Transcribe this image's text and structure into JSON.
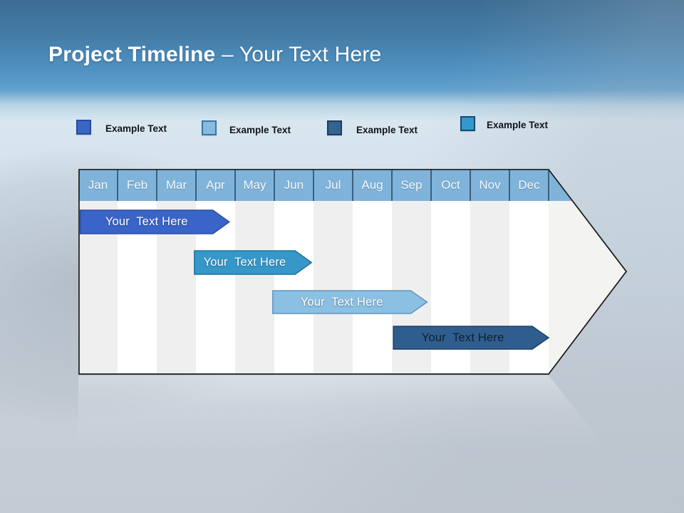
{
  "slide_title": {
    "bold": "Project Timeline ",
    "rest": "– Your Text Here"
  },
  "legend": {
    "items": [
      {
        "label": "Example Text",
        "color": "#3a66c6",
        "border": "#2a4a9e"
      },
      {
        "label": "Example Text",
        "color": "#85bce0",
        "border": "#3e74a6"
      },
      {
        "label": "Example Text",
        "color": "#33638f",
        "border": "#1c3d60"
      },
      {
        "label": "Example Text",
        "color": "#3399cc",
        "border": "#17496e"
      }
    ]
  },
  "chart_data": {
    "type": "gantt",
    "title": "Project Timeline",
    "categories": [
      "Jan",
      "Feb",
      "Mar",
      "Apr",
      "May",
      "Jun",
      "Jul",
      "Aug",
      "Sep",
      "Oct",
      "Nov",
      "Dec"
    ],
    "x_axis": {
      "unit": "month",
      "range": [
        0,
        12
      ]
    },
    "header_color": "#7fb3da",
    "header_separator_color": "#3e5f7a",
    "body_stripe_colors": [
      "#efefef",
      "#ffffff"
    ],
    "arrow_fill": "#f3f3f1",
    "outline_color": "#1c1c1c",
    "bars": [
      {
        "label": "Your  Text Here",
        "row": 0,
        "start": 0.05,
        "end": 3.85,
        "color": "#3b64c8",
        "border": "#2c4ca0",
        "text_color": "#ffffff"
      },
      {
        "label": "Your  Text Here",
        "row": 1,
        "start": 2.96,
        "end": 5.95,
        "color": "#3598c9",
        "border": "#20719c",
        "text_color": "#ffffff"
      },
      {
        "label": "Your  Text Here",
        "row": 2,
        "start": 4.96,
        "end": 8.9,
        "color": "#8cc0e2",
        "border": "#5e93bd",
        "text_color": "#ffffff"
      },
      {
        "label": "Your  Text Here",
        "row": 3,
        "start": 8.04,
        "end": 12.0,
        "color": "#2f5e8e",
        "border": "#1c3f63",
        "text_color": "#0d1f33"
      }
    ]
  }
}
